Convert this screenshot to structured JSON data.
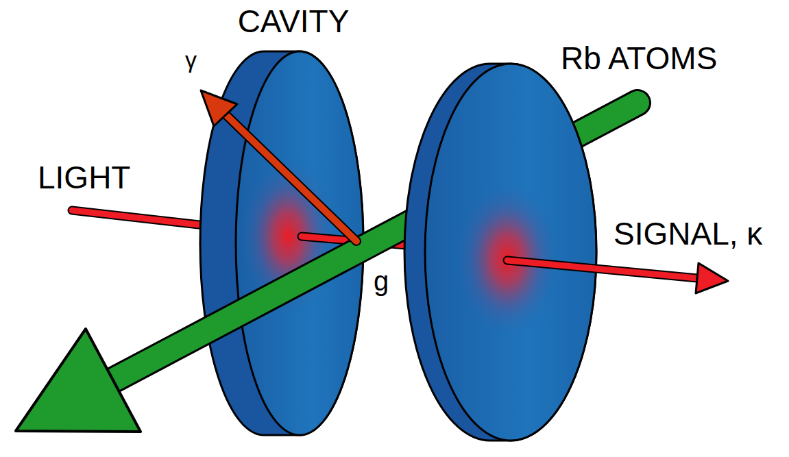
{
  "diagram": {
    "labels": [
      "CAVITY",
      "γ",
      "Rb ATOMS",
      "LIGHT",
      "g",
      "SIGNAL, κ"
    ]
  }
}
